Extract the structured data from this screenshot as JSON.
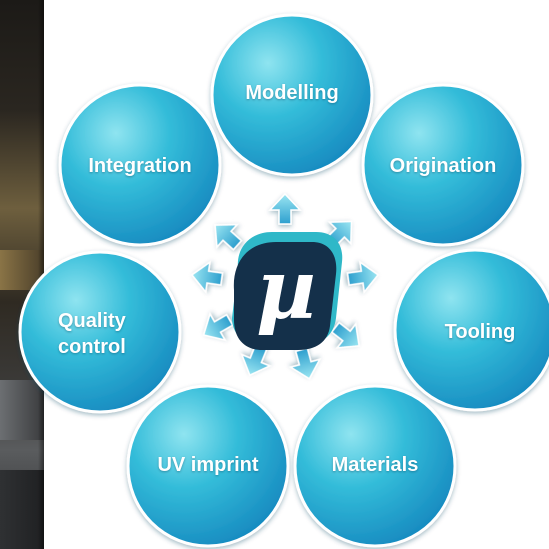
{
  "diagram": {
    "center_symbol": "µ",
    "circles": [
      {
        "label": "Modelling"
      },
      {
        "label": "Origination"
      },
      {
        "label": "Tooling"
      },
      {
        "label": "Materials"
      },
      {
        "label": "UV imprint"
      },
      {
        "label": "Quality control"
      },
      {
        "label": "Integration"
      }
    ],
    "colors": {
      "circle_light": "#7fdcec",
      "circle_mid": "#2cb6d6",
      "circle_dark": "#1a8ec0",
      "logo_dark": "#14304a",
      "logo_teal": "#2fb8c8"
    }
  }
}
